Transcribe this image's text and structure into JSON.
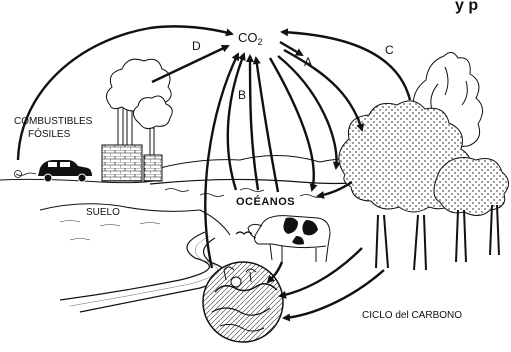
{
  "labels": {
    "co2_main": "CO",
    "co2_sub": "2",
    "a": "A",
    "b": "B",
    "c": "C",
    "d": "D",
    "fossil_line1": "COMBUSTIBLES",
    "fossil_line2": "FÓSILES",
    "soil": "SUELO",
    "oceans": "OCÉANOS",
    "caption": "CICLO del CARBONO",
    "title_fragment": "y p"
  },
  "icons": [
    "car-icon",
    "factory-icon",
    "smoke-cloud-icon",
    "tree-icon",
    "cow-icon",
    "decomposer-icon",
    "bird-icon",
    "fire-icon"
  ],
  "colors": {
    "ink": "#111111",
    "background": "#ffffff",
    "foliage_dots": "#555555"
  }
}
